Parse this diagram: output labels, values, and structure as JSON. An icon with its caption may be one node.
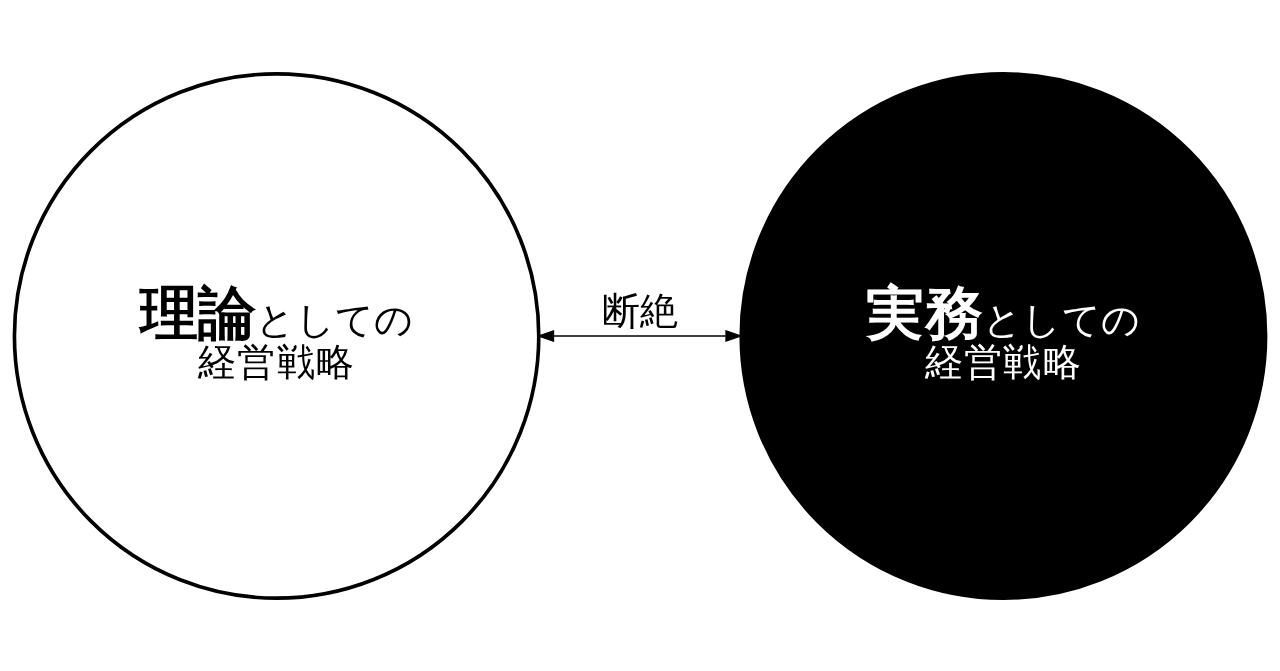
{
  "diagram": {
    "nodes": [
      {
        "text": [
          "**理論**としての経営戦略"
        ]
      },
      {
        "text": [
          "**実務**としての経営戦略"
        ]
      }
    ],
    "edges": [
      {
        "from": 0,
        "to": 1,
        "arrow": "both",
        "label": "断絶"
      }
    ]
  }
}
